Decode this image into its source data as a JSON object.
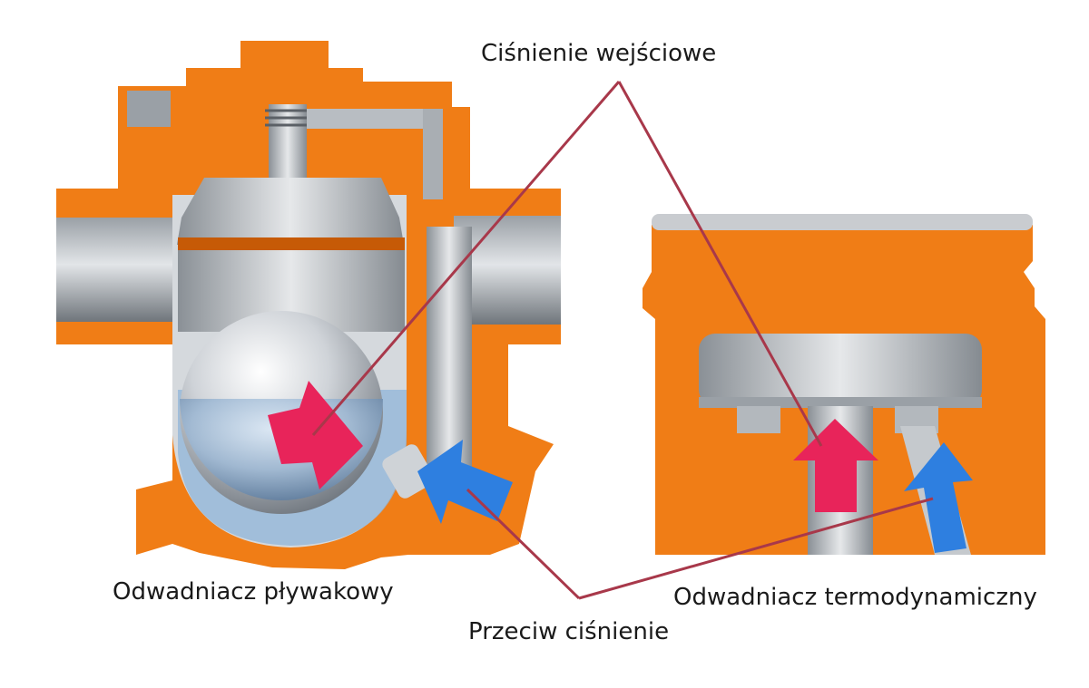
{
  "labels": {
    "inlet_pressure": "Ciśnienie wejściowe",
    "float_trap": "Odwadniacz pływakowy",
    "back_pressure": "Przeciw ciśnienie",
    "thermodynamic_trap": "Odwadniacz termodynamiczny"
  },
  "colors": {
    "body": "#f07d16",
    "body_dark": "#c85e08",
    "steel": "#bfc3c8",
    "steel_dark": "#7d8288",
    "water": "#8fb4d8",
    "inlet_arrow": "#e8245a",
    "back_arrow": "#2e7fe0",
    "leader_line": "#a8384a"
  }
}
